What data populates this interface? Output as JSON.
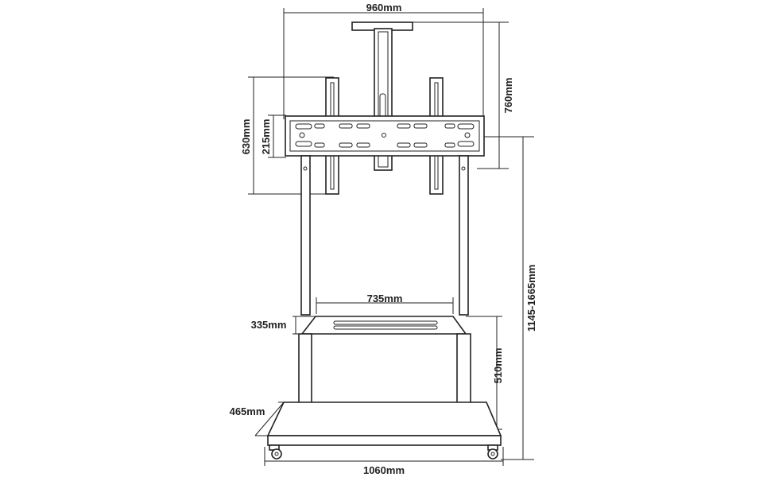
{
  "dimensions": {
    "top_width": "960mm",
    "mount_height": "760mm",
    "bracket_height": "630mm",
    "rail_spacing": "215mm",
    "overall_height": "1145-1665mm",
    "shelf_width": "735mm",
    "shelf_depth": "335mm",
    "shelf_height": "510mm",
    "base_depth": "465mm",
    "base_width": "1060mm"
  }
}
